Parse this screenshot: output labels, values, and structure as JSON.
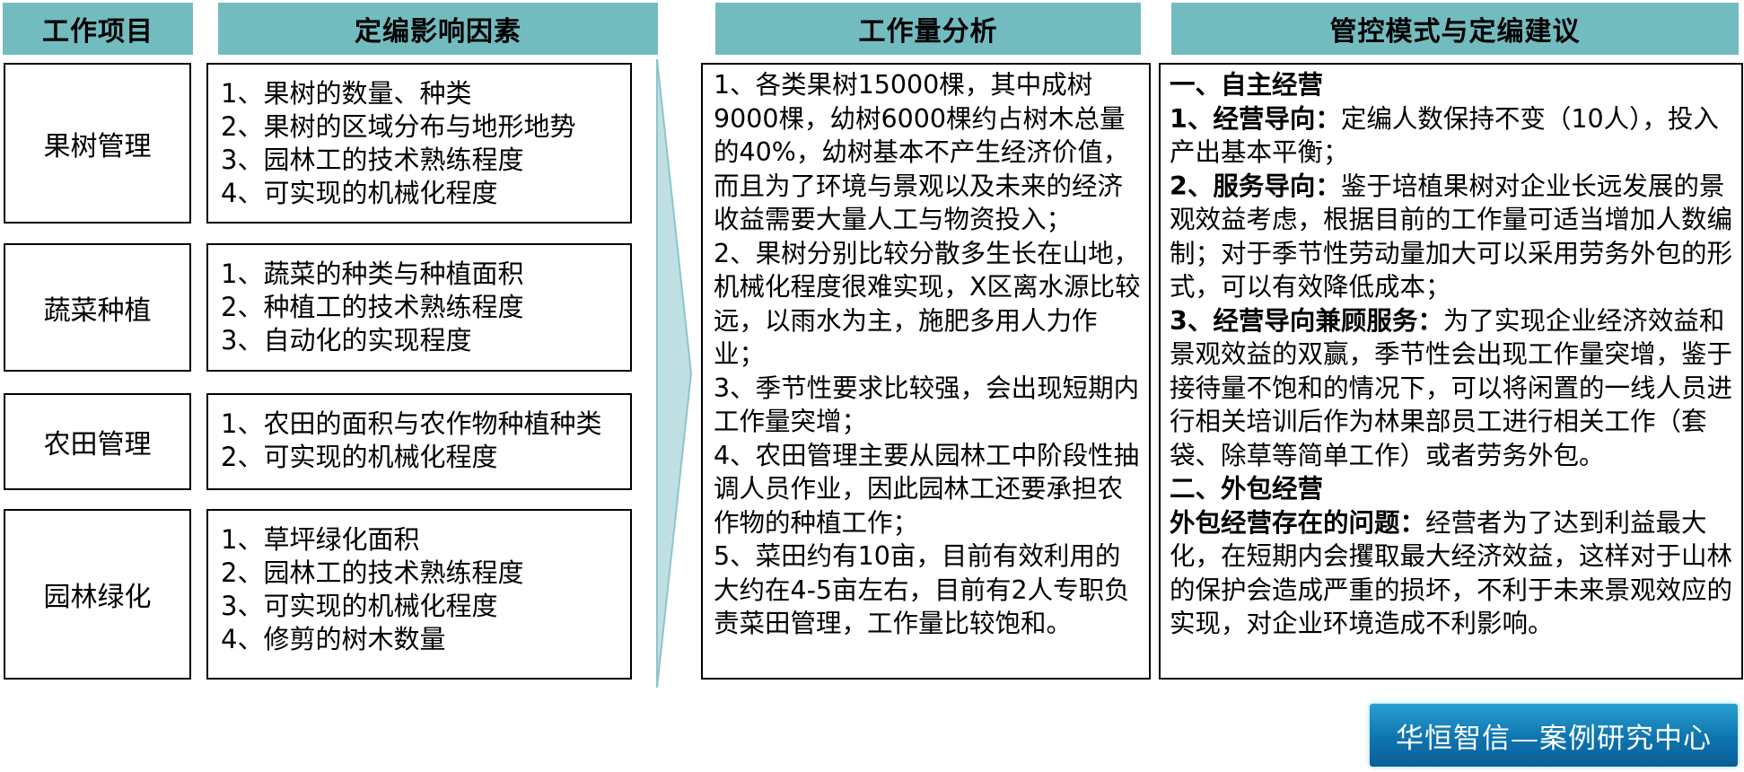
{
  "headers": {
    "item": "工作项目",
    "factors": "定编影响因素",
    "analysis": "工作量分析",
    "suggestion": "管控模式与定编建议"
  },
  "rows": [
    {
      "item": "果树管理",
      "factors": [
        "1、果树的数量、种类",
        "2、果树的区域分布与地形地势",
        "3、园林工的技术熟练程度",
        "4、可实现的机械化程度"
      ]
    },
    {
      "item": "蔬菜种植",
      "factors": [
        "1、蔬菜的种类与种植面积",
        "2、种植工的技术熟练程度",
        "3、自动化的实现程度"
      ]
    },
    {
      "item": "农田管理",
      "factors": [
        "1、农田的面积与农作物种植种类",
        "2、可实现的机械化程度"
      ]
    },
    {
      "item": "园林绿化",
      "factors": [
        "1、草坪绿化面积",
        "2、园林工的技术熟练程度",
        "3、可实现的机械化程度",
        "4、修剪的树木数量"
      ]
    }
  ],
  "analysis": [
    "1、各类果树15000棵，其中成树9000棵，幼树6000棵约占树木总量的40%，幼树基本不产生经济价值，而且为了环境与景观以及未来的经济收益需要大量人工与物资投入；",
    "2、果树分别比较分散多生长在山地，机械化程度很难实现，X区离水源比较远，以雨水为主，施肥多用人力作业；",
    "3、季节性要求比较强，会出现短期内工作量突增；",
    "4、农田管理主要从园林工中阶段性抽调人员作业，因此园林工还要承担农作物的种植工作；",
    "5、菜田约有10亩，目前有效利用的大约在4-5亩左右，目前有2人专职负责菜田管理，工作量比较饱和。"
  ],
  "suggestion": {
    "section1_title": "一、自主经营",
    "p1_label": "1、经营导向：",
    "p1_text": "定编人数保持不变（10人），投入产出基本平衡；",
    "p2_label": "2、服务导向：",
    "p2_text": "鉴于培植果树对企业长远发展的景观效益考虑，根据目前的工作量可适当增加人数编制；对于季节性劳动量加大可以采用劳务外包的形式，可以有效降低成本；",
    "p3_label": "3、经营导向兼顾服务：",
    "p3_text": "为了实现企业经济效益和景观效益的双赢，季节性会出现工作量突增，鉴于接待量不饱和的情况下，可以将闲置的一线人员进行相关培训后作为林果部员工进行相关工作（套袋、除草等简单工作）或者劳务外包。",
    "section2_title": "二、外包经营",
    "p4_label": "外包经营存在的问题：",
    "p4_text": "经营者为了达到利益最大化，在短期内会攫取最大经济效益，这样对于山林的保护会造成严重的损坏，不利于未来景观效应的实现，对企业环境造成不利影响。"
  },
  "logo": "华恒智信—案例研究中心",
  "colors": {
    "header_bg": "#72bcc0",
    "arrow_fill": "#bfe0e3",
    "logo_bg": "#0e74b0"
  }
}
